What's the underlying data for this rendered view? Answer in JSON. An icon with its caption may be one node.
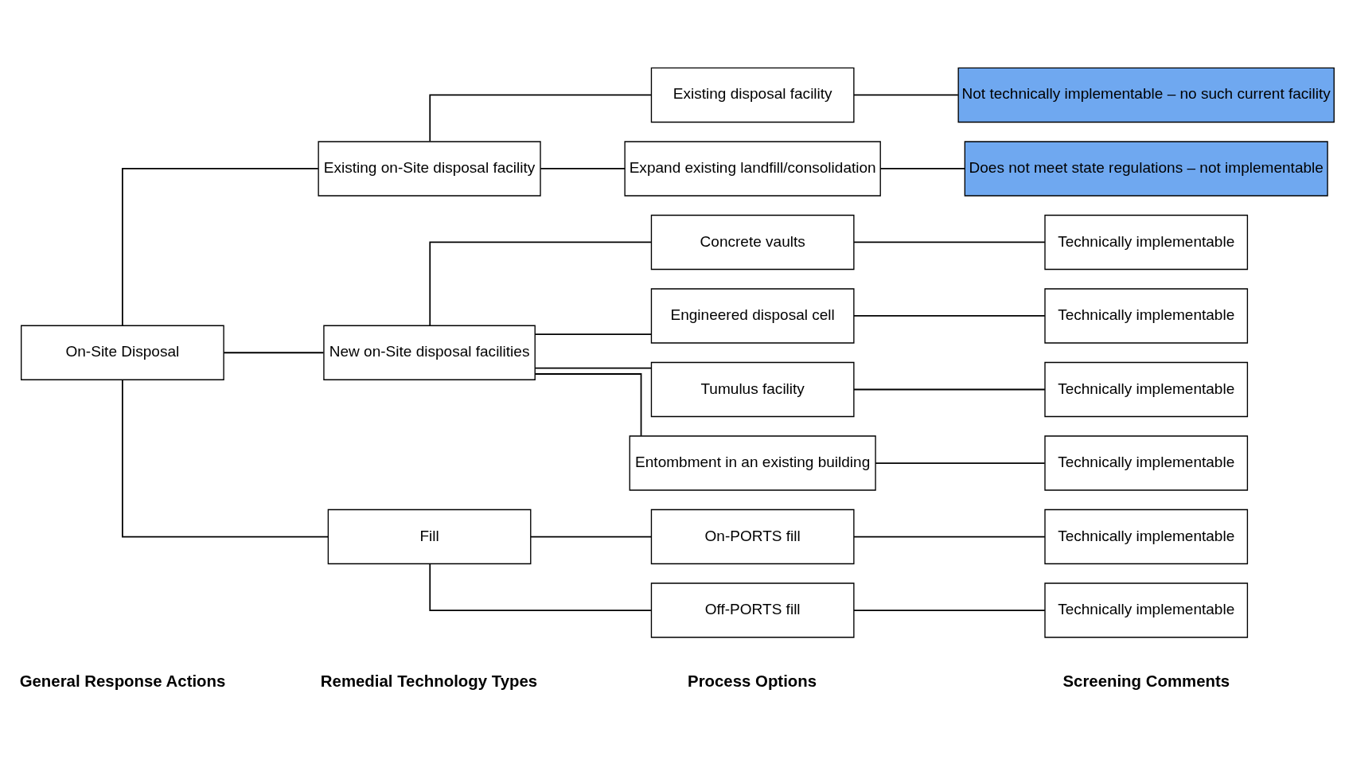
{
  "diagram": {
    "nodes": [
      {
        "text": [
          "On-Site Disposal"
        ]
      },
      {
        "text": [
          "Existing on-Site disposal facility"
        ]
      },
      {
        "text": [
          "New on-Site disposal facilities"
        ]
      },
      {
        "text": [
          "Fill"
        ]
      },
      {
        "text": [
          "Existing disposal facility"
        ]
      },
      {
        "text": [
          "Expand existing landfill/consolidation"
        ]
      },
      {
        "text": [
          "Concrete vaults"
        ]
      },
      {
        "text": [
          "Engineered disposal cell"
        ]
      },
      {
        "text": [
          "Tumulus facility"
        ]
      },
      {
        "text": [
          "Entombment in an existing building"
        ]
      },
      {
        "text": [
          "On-PORTS fill"
        ]
      },
      {
        "text": [
          "Off-PORTS fill"
        ]
      },
      {
        "text": [
          "Not technically implementable – no such current facility"
        ]
      },
      {
        "text": [
          "Does not meet state regulations – not implementable"
        ]
      },
      {
        "text": [
          "Technically implementable"
        ]
      },
      {
        "text": [
          "Technically implementable"
        ]
      },
      {
        "text": [
          "Technically implementable"
        ]
      },
      {
        "text": [
          "Technically implementable"
        ]
      },
      {
        "text": [
          "Technically implementable"
        ]
      },
      {
        "text": [
          "Technically implementable"
        ]
      }
    ],
    "edges": [
      {
        "from": 0,
        "to": 1,
        "arrow": "none"
      },
      {
        "from": 0,
        "to": 2,
        "arrow": "none"
      },
      {
        "from": 0,
        "to": 3,
        "arrow": "none"
      },
      {
        "from": 1,
        "to": 4,
        "arrow": "none"
      },
      {
        "from": 1,
        "to": 5,
        "arrow": "none"
      },
      {
        "from": 2,
        "to": 6,
        "arrow": "none"
      },
      {
        "from": 2,
        "to": 7,
        "arrow": "none"
      },
      {
        "from": 2,
        "to": 8,
        "arrow": "none"
      },
      {
        "from": 2,
        "to": 9,
        "arrow": "none"
      },
      {
        "from": 3,
        "to": 10,
        "arrow": "none"
      },
      {
        "from": 3,
        "to": 11,
        "arrow": "none"
      },
      {
        "from": 4,
        "to": 12,
        "arrow": "none"
      },
      {
        "from": 5,
        "to": 13,
        "arrow": "none"
      },
      {
        "from": 6,
        "to": 14,
        "arrow": "none"
      },
      {
        "from": 7,
        "to": 15,
        "arrow": "none"
      },
      {
        "from": 8,
        "to": 16,
        "arrow": "none"
      },
      {
        "from": 9,
        "to": 17,
        "arrow": "none"
      },
      {
        "from": 10,
        "to": 18,
        "arrow": "none"
      },
      {
        "from": 11,
        "to": 19,
        "arrow": "none"
      }
    ],
    "labels": [
      "General Response Actions",
      "Remedial Technology Types",
      "Process Options",
      "Screening Comments"
    ]
  }
}
